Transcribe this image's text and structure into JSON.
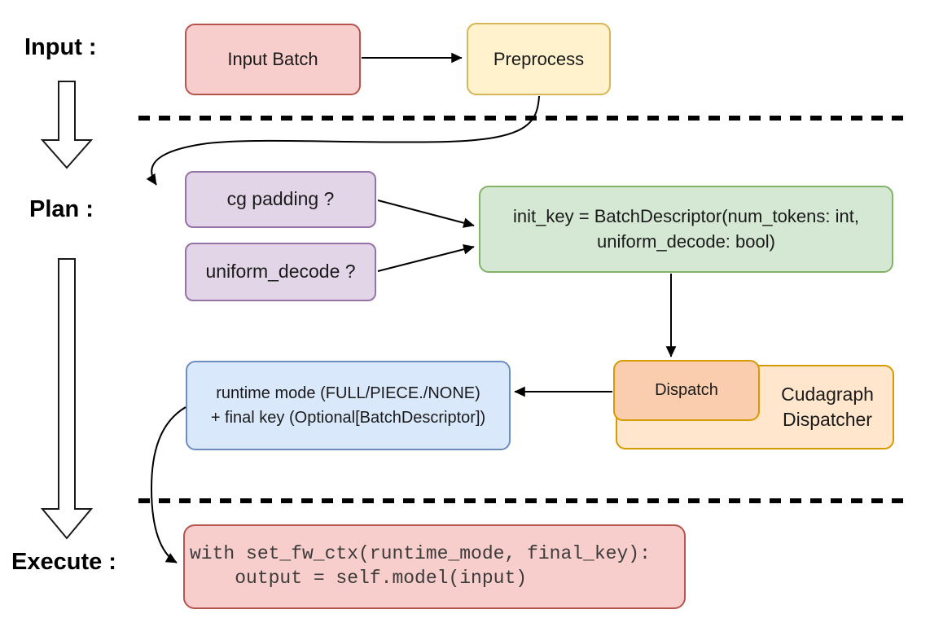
{
  "stage_labels": {
    "input": "Input :",
    "plan": "Plan :",
    "execute": "Execute :"
  },
  "nodes": {
    "input_batch": {
      "label": "Input Batch",
      "fill": "#F8CECC",
      "border": "#B85450"
    },
    "preprocess": {
      "label": "Preprocess",
      "fill": "#FFF2CC",
      "border": "#D6B656"
    },
    "cg_padding": {
      "label": "cg padding ?",
      "fill": "#E1D5E7",
      "border": "#9673A6"
    },
    "uniform_decode": {
      "label": "uniform_decode ?",
      "fill": "#E1D5E7",
      "border": "#9673A6"
    },
    "init_key": {
      "line1": "init_key = BatchDescriptor(num_tokens: int,",
      "line2": "uniform_decode: bool)",
      "fill": "#D5E8D4",
      "border": "#82B366"
    },
    "dispatch": {
      "label": "Dispatch",
      "fill": "#F9CDAD",
      "border": "#D79B00"
    },
    "cudagraph_dispatcher": {
      "line1": "Cudagraph",
      "line2": "Dispatcher",
      "fill": "#FFE6CC",
      "border": "#D79B00"
    },
    "runtime_mode": {
      "line1": "runtime mode (FULL/PIECE./NONE)",
      "line2": "+ final key (Optional[BatchDescriptor])",
      "fill": "#DAE8FC",
      "border": "#6C8EBF"
    },
    "execute_code": {
      "line1": "with set_fw_ctx(runtime_mode, final_key):",
      "line2": "    output = self.model(input)",
      "fill": "#F8CECC",
      "border": "#B85450"
    }
  },
  "connector_color": "#000000"
}
